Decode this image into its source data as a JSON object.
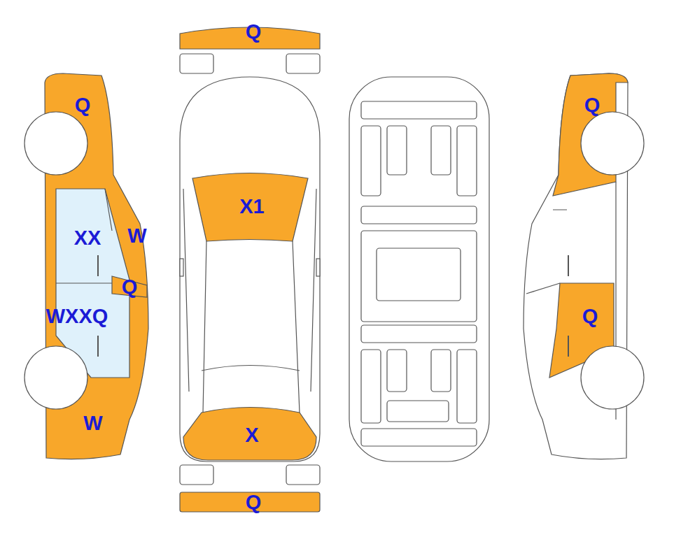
{
  "diagram": {
    "labels": [
      "Q",
      "Q",
      "Q",
      "X1",
      "XX",
      "W",
      "Q",
      "WXXQ",
      "Q",
      "W",
      "X",
      "Q"
    ]
  }
}
